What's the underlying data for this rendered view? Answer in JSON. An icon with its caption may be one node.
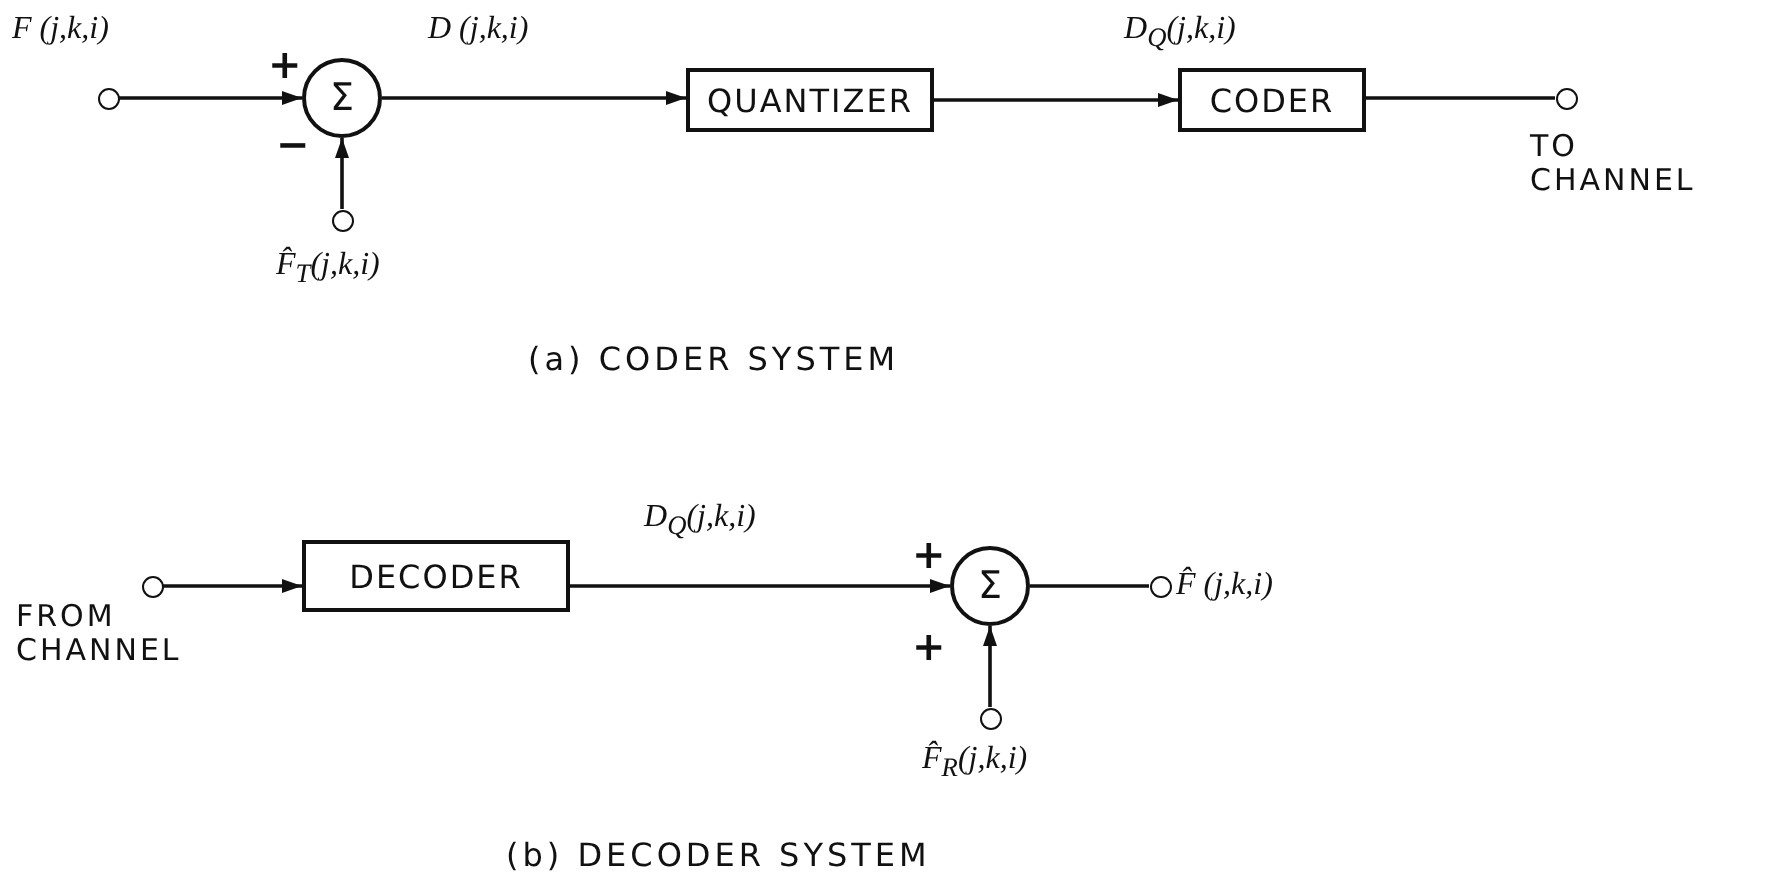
{
  "diagram": {
    "nodes": [
      {
        "text": [],
        "shape": "circle",
        "beside": [
          "F (j,k,i)"
        ]
      },
      {
        "text": [
          "Σ"
        ]
      },
      {
        "text": [],
        "shape": "circle",
        "beside": [
          "F̂$_{T}$(j,k,i)"
        ]
      },
      {
        "text": [
          "QUANTIZER"
        ]
      },
      {
        "text": [
          "CODER"
        ]
      },
      {
        "text": [],
        "shape": "circle",
        "beside": [
          "TO CHANNEL"
        ]
      },
      {
        "text": [],
        "shape": "circle",
        "beside": [
          "FROM CHANNEL"
        ]
      },
      {
        "text": [
          "DECODER"
        ]
      },
      {
        "text": [
          "Σ"
        ]
      },
      {
        "text": [],
        "shape": "circle",
        "beside": [
          "F̂ (j,k,i)"
        ]
      },
      {
        "text": [],
        "shape": "circle",
        "beside": [
          "F̂$_{R}$(j,k,i)"
        ]
      }
    ],
    "edges": [
      {
        "from": 0,
        "to": 1,
        "arrow": "to"
      },
      {
        "from": 2,
        "to": 1,
        "arrow": "to"
      },
      {
        "from": 1,
        "to": 3,
        "arrow": "to",
        "label": "D (j,k,i)"
      },
      {
        "from": 3,
        "to": 4,
        "arrow": "to",
        "label": "D$_{Q}$(j,k,i)"
      },
      {
        "from": 4,
        "to": 5,
        "arrow": "none"
      },
      {
        "from": 6,
        "to": 7,
        "arrow": "to"
      },
      {
        "from": 7,
        "to": 8,
        "arrow": "to",
        "label": "D$_{Q}$(j,k,i)"
      },
      {
        "from": 10,
        "to": 8,
        "arrow": "to"
      },
      {
        "from": 8,
        "to": 9,
        "arrow": "none"
      }
    ],
    "labels": [
      "+",
      "−",
      "(a) CODER SYSTEM",
      "+",
      "+",
      "(b) DECODER SYSTEM"
    ]
  }
}
